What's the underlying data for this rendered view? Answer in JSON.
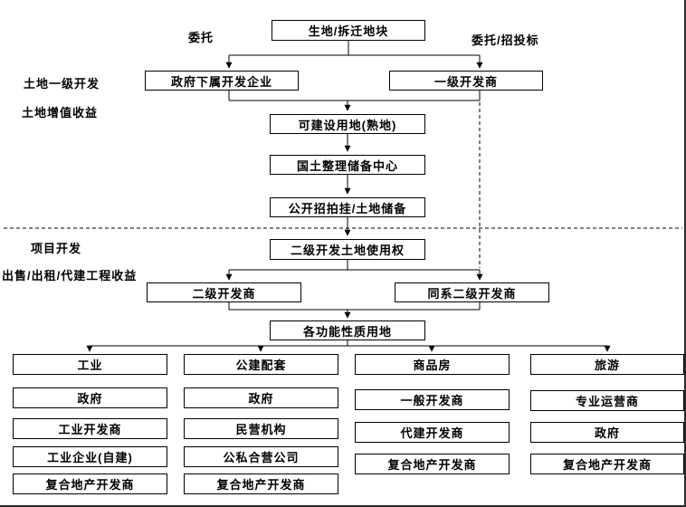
{
  "diagram": {
    "edge_labels": {
      "entrust": "委托",
      "entrust_bidding": "委托/招投标"
    },
    "side_labels": {
      "land_primary_dev": "土地一级开发",
      "land_value_income": "土地增值收益",
      "project_dev": "项目开发",
      "sale_lease_income": "出售/出租/代建工程收益"
    },
    "nodes": {
      "raw_land": "生地/拆迁地块",
      "gov_dev_enterprise": "政府下属开发企业",
      "primary_developer": "一级开发商",
      "buildable_land": "可建设用地(熟地)",
      "land_reserve_center": "国土整理储备中心",
      "public_bidding": "公开招拍挂/土地储备",
      "secondary_land_right": "二级开发土地使用权",
      "secondary_developer": "二级开发商",
      "affiliated_secondary_developer": "同系二级开发商",
      "functional_land": "各功能性质用地"
    },
    "columns": [
      {
        "header": "工业",
        "items": [
          "政府",
          "工业开发商",
          "工业企业(自建)",
          "复合地产开发商"
        ]
      },
      {
        "header": "公建配套",
        "items": [
          "政府",
          "民营机构",
          "公私合营公司",
          "复合地产开发商"
        ]
      },
      {
        "header": "商品房",
        "items": [
          "一般开发商",
          "代建开发商",
          "复合地产开发商"
        ]
      },
      {
        "header": "旅游",
        "items": [
          "专业运营商",
          "政府",
          "复合地产开发商"
        ]
      }
    ],
    "line_color": "#000000",
    "background": "#ffffff"
  }
}
